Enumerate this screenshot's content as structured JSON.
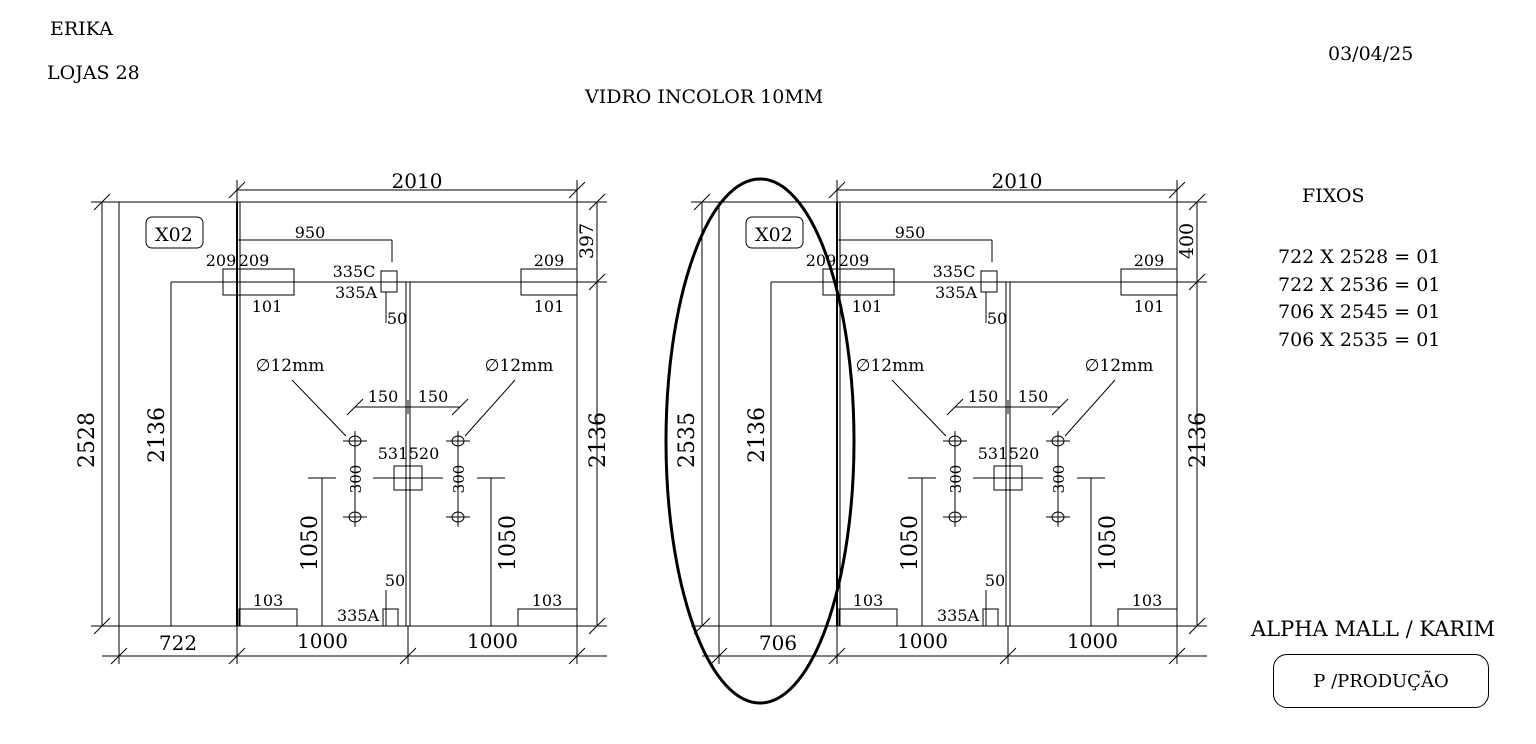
{
  "header": {
    "client": "ERIKA",
    "store": "LOJAS  28",
    "date": "03/04/25",
    "title": "VIDRO INCOLOR 10MM"
  },
  "fixos": {
    "title": "FIXOS",
    "items": [
      "722 X 2528 = 01",
      "722 X 2536 = 01",
      "706 X 2545 = 01",
      "706 X 2535 = 01"
    ]
  },
  "footer": {
    "location": "ALPHA MALL / KARIM",
    "stamp": "P /PRODUÇÃO"
  },
  "panels": [
    {
      "tag": "X02",
      "total_width": "2010",
      "top_right_height": "397",
      "total_height": "2528",
      "fixed_width": "722",
      "door_height_left": "2136",
      "door_height_right": "2136",
      "door_width_left": "1000",
      "door_width_right": "1000",
      "pivot_offset": "950",
      "hinge_left_a": "209",
      "hinge_left_b": "209",
      "hinge_left_depth": "101",
      "hinge_right": "209",
      "hinge_right_depth": "101",
      "fitting_top_c": "335C",
      "fitting_top_a": "335A",
      "fitting_top_gap": "50",
      "fitting_bottom_gap": "50",
      "fitting_bottom": "335A",
      "hole_left": "∅12mm",
      "hole_right": "∅12mm",
      "hole_spacing_left": "150",
      "hole_spacing_right": "150",
      "handle_left_height": "531",
      "handle_right_height": "520",
      "handle_spacing_left": "300",
      "handle_spacing_right": "300",
      "handle_floor_left": "1050",
      "handle_floor_right": "1050",
      "bottom_left": "103",
      "bottom_right": "103"
    },
    {
      "tag": "X02",
      "total_width": "2010",
      "top_right_height": "400",
      "total_height": "2535",
      "fixed_width": "706",
      "door_height_left": "2136",
      "door_height_right": "2136",
      "door_width_left": "1000",
      "door_width_right": "1000",
      "pivot_offset": "950",
      "hinge_left_a": "209",
      "hinge_left_b": "209",
      "hinge_left_depth": "101",
      "hinge_right": "209",
      "hinge_right_depth": "101",
      "fitting_top_c": "335C",
      "fitting_top_a": "335A",
      "fitting_top_gap": "50",
      "fitting_bottom_gap": "50",
      "fitting_bottom": "335A",
      "hole_left": "∅12mm",
      "hole_right": "∅12mm",
      "hole_spacing_left": "150",
      "hole_spacing_right": "150",
      "handle_left_height": "531",
      "handle_right_height": "520",
      "handle_spacing_left": "300",
      "handle_spacing_right": "300",
      "handle_floor_left": "1050",
      "handle_floor_right": "1050",
      "bottom_left": "103",
      "bottom_right": "103"
    }
  ]
}
